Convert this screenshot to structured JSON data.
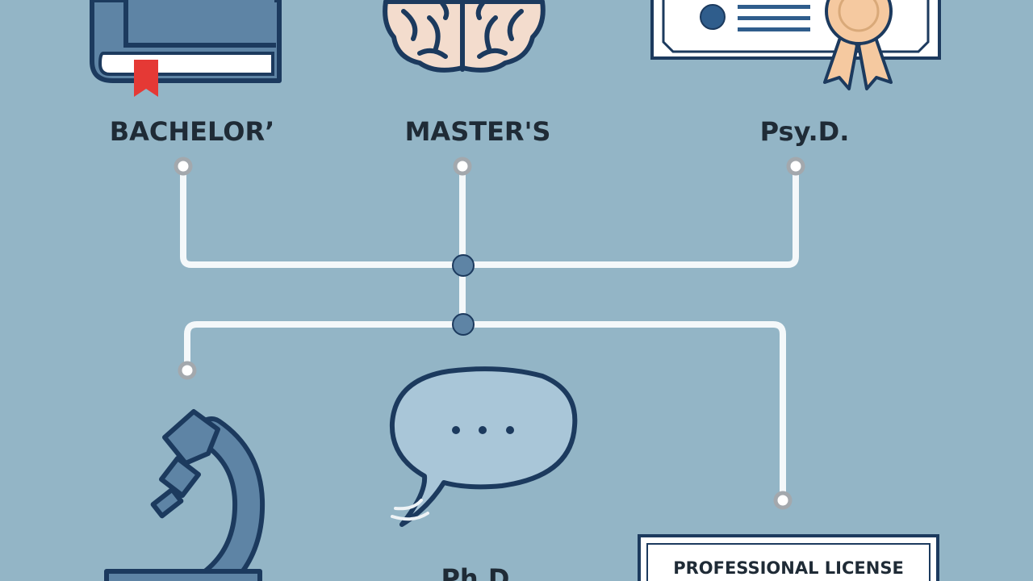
{
  "labels": {
    "bachelor": "BACHELOR’",
    "masters": "MASTER'S",
    "psyd": "Psy.D.",
    "phd": "Ph.D.",
    "license": "PROFESSIONAL LICENSE"
  },
  "icons": {
    "bachelor": "book-icon",
    "masters": "brain-icon",
    "psyd": "certificate-icon",
    "research": "microscope-icon",
    "phd": "speech-bubble-icon",
    "license": "license-document-icon"
  },
  "colors": {
    "background": "#93b5c6",
    "connector": "#f4f8fa",
    "navy": "#1c3a5e",
    "slate": "#5e84a5",
    "accent_red": "#e53935",
    "ribbon": "#f5c9a0"
  }
}
